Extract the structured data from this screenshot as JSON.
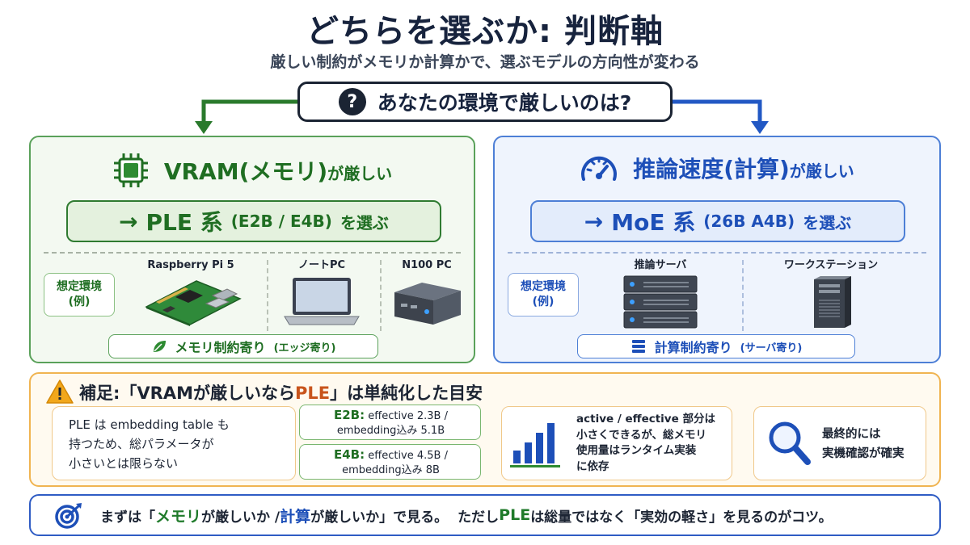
{
  "title": "どちらを選ぶか: 判断軸",
  "subtitle": "厳しい制約がメモリか計算かで、選ぶモデルの方向性が変わる",
  "question": {
    "icon": "?",
    "text": "あなたの環境で厳しいのは?"
  },
  "left": {
    "condition_main": "VRAM(メモリ)",
    "condition_tail": "が厳しい",
    "choice_arrow": "→",
    "choice_main": "PLE 系",
    "choice_detail": "(E2B / E4B)",
    "choice_tail": "を選ぶ",
    "env_label_1": "想定環境",
    "env_label_2": "(例)",
    "devices": [
      "Raspberry Pi 5",
      "ノートPC",
      "N100 PC"
    ],
    "pill_main": "メモリ制約寄り",
    "pill_sub": "(エッジ寄り)",
    "accent": "#1f6e22"
  },
  "right": {
    "condition_main": "推論速度(計算)",
    "condition_tail": "が厳しい",
    "choice_arrow": "→",
    "choice_main": "MoE 系",
    "choice_detail": "(26B A4B)",
    "choice_tail": "を選ぶ",
    "env_label_1": "想定環境",
    "env_label_2": "(例)",
    "devices": [
      "推論サーバ",
      "ワークステーション"
    ],
    "pill_main": "計算制約寄り",
    "pill_sub": "(サーバ寄り)",
    "accent": "#1d4fb8"
  },
  "note": {
    "head_pre": "補足:「VRAMが厳しいなら",
    "head_ple": "PLE",
    "head_post": "」は単純化した目安",
    "card1": [
      "PLE は embedding table も",
      "持つため、総パラメータが",
      "小さいとは限らない"
    ],
    "e2b_label": "E2B:",
    "e2b_line1": "effective 2.3B /",
    "e2b_line2": "embedding込み 5.1B",
    "e4b_label": "E4B:",
    "e4b_line1": "effective 4.5B /",
    "e4b_line2": "embedding込み 8B",
    "card3": [
      "active / effective 部分は",
      "小さくできるが、総メモリ",
      "使用量はランタイム実装",
      "に依存"
    ],
    "card4": [
      "最終的には",
      "実機確認が確実"
    ]
  },
  "bottom": {
    "p1": "まずは「",
    "mem": "メモリ",
    "p2": "が厳しいか / ",
    "calc": "計算",
    "p3": "が厳しいか」で見る。",
    "p4": "ただし ",
    "ple": "PLE",
    "p5": " は総量ではなく「実効の軽さ」を見るのがコツ。"
  }
}
